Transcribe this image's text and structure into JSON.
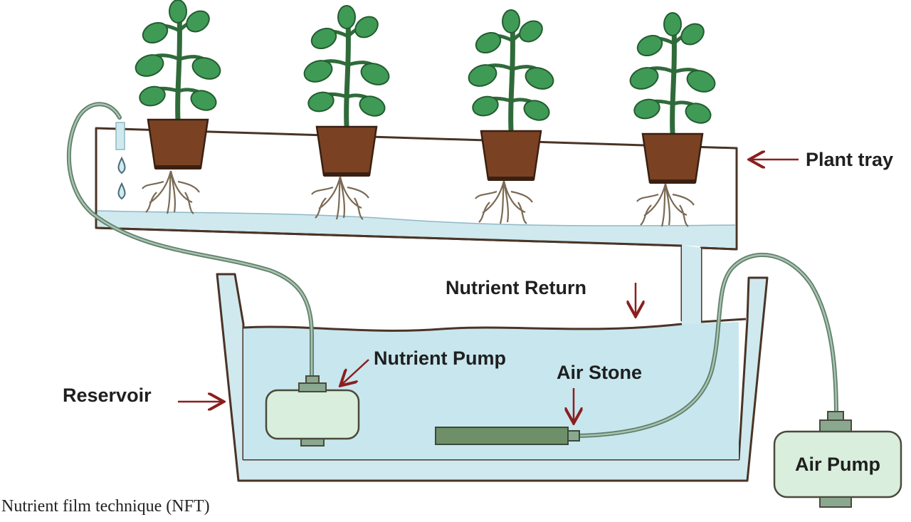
{
  "labels": {
    "plant_tray": "Plant tray",
    "nutrient_return": "Nutrient Return",
    "nutrient_pump": "Nutrient Pump",
    "air_stone": "Air Stone",
    "reservoir": "Reservoir",
    "air_pump": "Air Pump"
  },
  "caption": "Nutrient film technique (NFT)",
  "colors": {
    "water": "#cfe9ef",
    "outline": "#4a3426",
    "arrow": "#8b1f1f",
    "tube": "#5f7f6a",
    "pump_fill": "#d9eedd",
    "air_stone": "#6f8f68",
    "pot": "#7a4222",
    "leaf": "#3f9a55",
    "stem": "#2f6b3a",
    "root": "#7a6a55"
  },
  "icons": [
    "plant-icon",
    "pot-icon",
    "water-drop-icon",
    "arrow-icon"
  ]
}
